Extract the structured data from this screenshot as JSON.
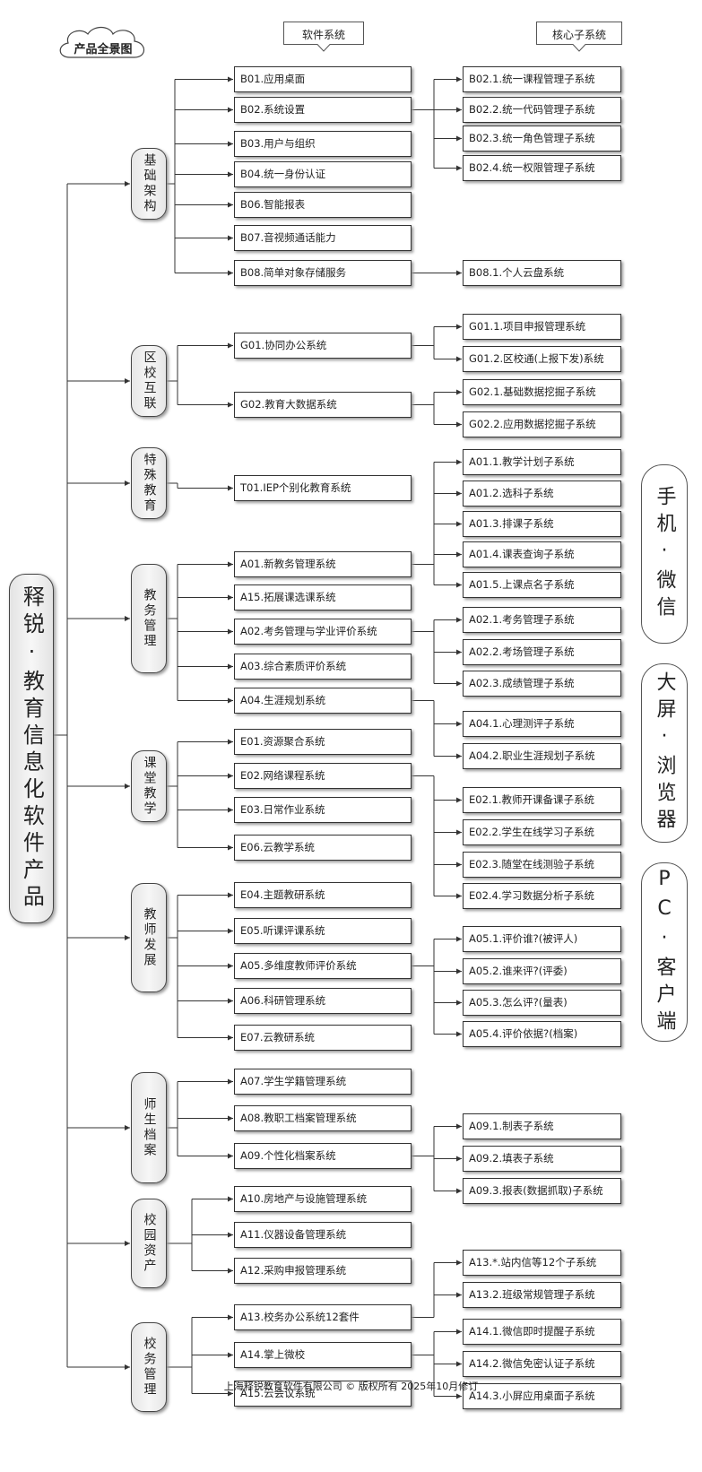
{
  "title": "产品全景图",
  "header_software": "软件系统",
  "header_core": "核心子系统",
  "root": "释锐·教育信息化软件产品",
  "platforms": [
    "手机·微信",
    "大屏·浏览器",
    "PC·客户端"
  ],
  "footer": "上海释锐教育软件有限公司 © 版权所有 2025年10月修订",
  "sections": [
    {
      "name": "基础架构",
      "systems": [
        {
          "label": "B01.应用桌面",
          "subs": []
        },
        {
          "label": "B02.系统设置",
          "subs": [
            "B02.1.统一课程管理子系统",
            "B02.2.统一代码管理子系统",
            "B02.3.统一角色管理子系统",
            "B02.4.统一权限管理子系统"
          ]
        },
        {
          "label": "B03.用户与组织",
          "subs": []
        },
        {
          "label": "B04.统一身份认证",
          "subs": []
        },
        {
          "label": "B06.智能报表",
          "subs": []
        },
        {
          "label": "B07.音视频通话能力",
          "subs": []
        },
        {
          "label": "B08.简单对象存储服务",
          "subs": [
            "B08.1.个人云盘系统"
          ]
        }
      ]
    },
    {
      "name": "区校互联",
      "systems": [
        {
          "label": "G01.协同办公系统",
          "subs": [
            "G01.1.项目申报管理系统",
            "G01.2.区校通(上报下发)系统"
          ]
        },
        {
          "label": "G02.教育大数据系统",
          "subs": [
            "G02.1.基础数据挖掘子系统",
            "G02.2.应用数据挖掘子系统"
          ]
        }
      ]
    },
    {
      "name": "特殊教育",
      "systems": [
        {
          "label": "T01.IEP个别化教育系统",
          "subs": []
        }
      ]
    },
    {
      "name": "教务管理",
      "systems": [
        {
          "label": "A01.新教务管理系统",
          "subs": [
            "A01.1.教学计划子系统",
            "A01.2.选科子系统",
            "A01.3.排课子系统",
            "A01.4.课表查询子系统",
            "A01.5.上课点名子系统"
          ]
        },
        {
          "label": "A15.拓展课选课系统",
          "subs": []
        },
        {
          "label": "A02.考务管理与学业评价系统",
          "subs": [
            "A02.1.考务管理子系统",
            "A02.2.考场管理子系统",
            "A02.3.成绩管理子系统"
          ]
        },
        {
          "label": "A03.综合素质评价系统",
          "subs": []
        },
        {
          "label": "A04.生涯规划系统",
          "subs": [
            "A04.1.心理测评子系统",
            "A04.2.职业生涯规划子系统"
          ]
        }
      ]
    },
    {
      "name": "课堂教学",
      "systems": [
        {
          "label": "E01.资源聚合系统",
          "subs": []
        },
        {
          "label": "E02.网络课程系统",
          "subs": [
            "E02.1.教师开课备课子系统",
            "E02.2.学生在线学习子系统",
            "E02.3.随堂在线测验子系统",
            "E02.4.学习数据分析子系统"
          ]
        },
        {
          "label": "E03.日常作业系统",
          "subs": []
        },
        {
          "label": "E06.云教学系统",
          "subs": []
        }
      ]
    },
    {
      "name": "教师发展",
      "systems": [
        {
          "label": "E04.主题教研系统",
          "subs": []
        },
        {
          "label": "E05.听课评课系统",
          "subs": []
        },
        {
          "label": "A05.多维度教师评价系统",
          "subs": [
            "A05.1.评价谁?(被评人)",
            "A05.2.谁来评?(评委)",
            "A05.3.怎么评?(量表)",
            "A05.4.评价依据?(档案)"
          ]
        },
        {
          "label": "A06.科研管理系统",
          "subs": []
        },
        {
          "label": "E07.云教研系统",
          "subs": []
        }
      ]
    },
    {
      "name": "师生档案",
      "systems": [
        {
          "label": "A07.学生学籍管理系统",
          "subs": []
        },
        {
          "label": "A08.教职工档案管理系统",
          "subs": []
        },
        {
          "label": "A09.个性化档案系统",
          "subs": [
            "A09.1.制表子系统",
            "A09.2.填表子系统",
            "A09.3.报表(数据抓取)子系统"
          ]
        }
      ]
    },
    {
      "name": "校园资产",
      "systems": [
        {
          "label": "A10.房地产与设施管理系统",
          "subs": []
        },
        {
          "label": "A11.仪器设备管理系统",
          "subs": []
        },
        {
          "label": "A12.采购申报管理系统",
          "subs": []
        }
      ]
    },
    {
      "name": "校务管理",
      "systems": [
        {
          "label": "A13.校务办公系统12套件",
          "subs": [
            "A13.*.站内信等12个子系统",
            "A13.2.班级常规管理子系统"
          ]
        },
        {
          "label": "A14.掌上微校",
          "subs": [
            "A14.1.微信即时提醒子系统",
            "A14.2.微信免密认证子系统",
            "A14.3.小屏应用桌面子系统"
          ]
        },
        {
          "label": "A15.云会议系统",
          "subs": []
        }
      ]
    }
  ]
}
